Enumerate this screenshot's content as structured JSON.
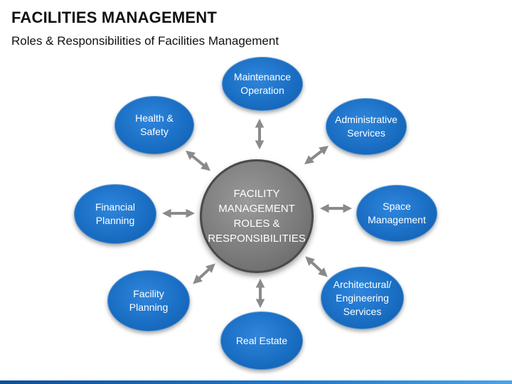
{
  "header": {
    "title": "FACILITIES MANAGEMENT",
    "subtitle": "Roles & Responsibilities of Facilities Management"
  },
  "center": {
    "label": "FACILITY\nMANAGEMENT\nROLES &\nRESPONSIBILITIES"
  },
  "nodes": [
    {
      "label": "Maintenance\nOperation"
    },
    {
      "label": "Administrative\nServices"
    },
    {
      "label": "Space\nManagement"
    },
    {
      "label": "Architectural/\nEngineering\nServices"
    },
    {
      "label": "Real Estate"
    },
    {
      "label": "Facility\nPlanning"
    },
    {
      "label": "Financial\nPlanning"
    },
    {
      "label": "Health &\nSafety"
    }
  ],
  "colors": {
    "node_blue": "#1a6fc4",
    "center_gray": "#7b7b7b",
    "arrow_gray": "#8a8a8a"
  }
}
